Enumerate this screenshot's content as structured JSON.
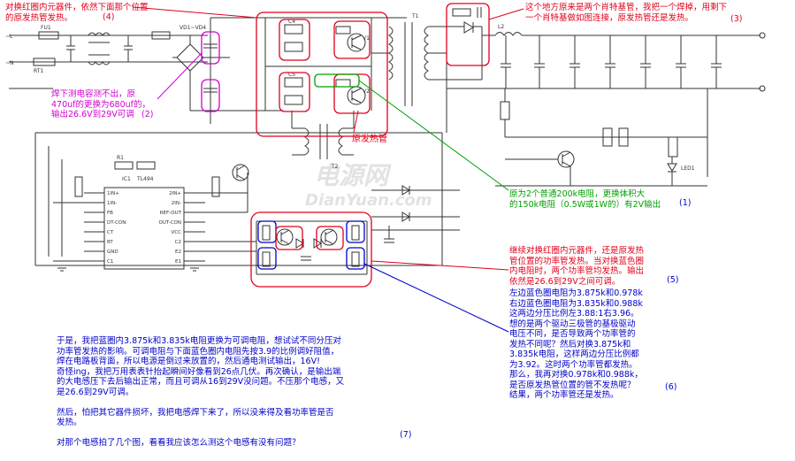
{
  "colors": {
    "circuit": "#333333",
    "red_annotation": "#e0001b",
    "magenta_annotation": "#d000d0",
    "green_annotation": "#00a000",
    "blue_annotation": "#0000c8",
    "watermark": "#dddddd"
  },
  "notes": {
    "n4": "对换红圈内元器件，依然下面那个位置\n的原发热管发热。",
    "n4_num": "(4)",
    "n3": "这个地方原来是两个肖特基管，我把一个焊掉，用剩下\n一个肖特基做如图连接，原发热管还是发热。",
    "n3_num": "(3)",
    "n2": "焊下测电容测不出，原\n470uf的更换为680uf的，\n输出26.6V到29V可调",
    "n2_num": "(2)",
    "orig_tube": "原发热管",
    "n1": "原为2个普通200k电阻，更换体积大\n的150k电阻（0.5W或1W的）有2V输出",
    "n1_num": "(1)",
    "n5": "继续对换红圈内元器件，还是原发热\n管位置的功率管发热。当对换蓝色圈\n内电阻时，两个功率管均发热。输出\n依然是26.6到29V之间可调。",
    "n5_num": "(5)",
    "n6": "左边蓝色圈电阻为3.875k和0.978k\n右边蓝色圈电阻为3.835k和0.988k\n这两边分压比例左3.88:1右3.96。\n想的是两个驱动三极管的基极驱动\n电压不同，是否导致两个功率管的\n发热不同呢？然后对换3.875k和\n3.835k电阻，这样两边分压比例都\n为3.92。这时两个功率管都发热。\n那么，我再对换0.978k和0.988k，\n是否原发热管位置的管不发热呢？\n结果，两个功率管还是发热。",
    "n6_num": "(6)",
    "n7": "于是，我把蓝圈内3.875k和3.835k电阻更换为可调电阻，想试试不同分压对\n功率管发热的影响。可调电阻与下面蓝色圈内电阻先按3.9的比例调好阻值，\n焊在电路板背面，所以电源是倒过来放置的，然后通电测试输出，16V!\n奇怪ing，我把万用表表针抬起瞬间好像看到26点几伏。再次确认，是输出端\n的大电感压下去后输出正常，而且可调从16到29V没问题。不压那个电感，又\n是26.6到29V可调。\n\n然后，怕把其它器件损坏，我把电感焊下来了，所以没来得及看功率管是否\n发热。\n\n对那个电感拍了几个图，看看我应该怎么测这个电感有没有问题？",
    "n7_num": "(7)"
  },
  "chip": {
    "ref": "IC1",
    "part": "TL494",
    "pins_left": [
      "1IN+",
      "1IN-",
      "FB",
      "DT-CON",
      "CT",
      "RT",
      "GND",
      "C1"
    ],
    "pins_right": [
      "2IN+",
      "2IN-",
      "REF-OUT",
      "OUT-CON",
      "VCC",
      "C2",
      "E2",
      "E1"
    ]
  },
  "labels": {
    "ac_l": "~L",
    "ac_n": "~N",
    "fuse": "FU1",
    "thermistor": "RT1",
    "bridge": "VD1~VD4",
    "transformer1": "T1",
    "transformer2": "T2",
    "inductor": "L2",
    "led": "LED1",
    "q1": "V1",
    "q2": "V2",
    "c_in1": "C4",
    "c_in2": "C5",
    "r_bias": "R1",
    "watermark_cn": "电源网",
    "watermark_en": "DianYuan.com"
  }
}
